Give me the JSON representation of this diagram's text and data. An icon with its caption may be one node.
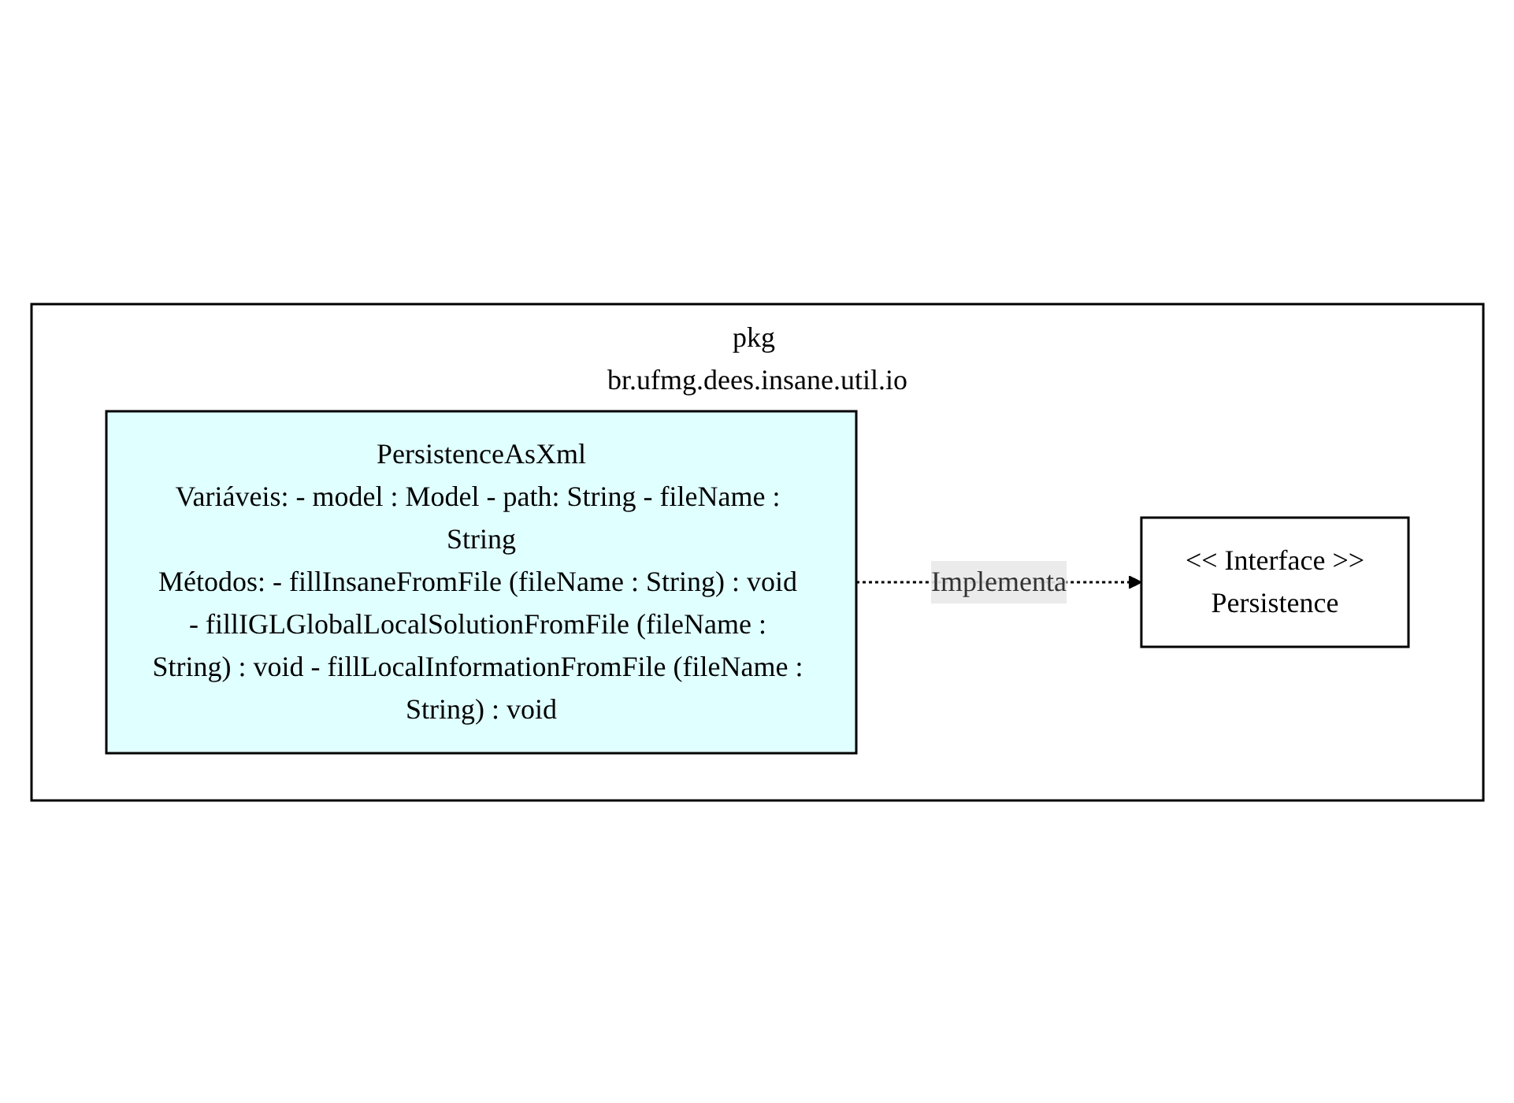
{
  "diagram": {
    "nodes": [
      {
        "text": [
          "pkg br.ufmg.dees.insane.util.io"
        ]
      },
      {
        "text": [
          "<< Interface >>",
          "Persistence"
        ],
        "in": 0
      },
      {
        "text": [
          "PersistenceAsXml",
          "Variáveis: - model : Model - path: String - fileName : String",
          "Métodos: - fillInsaneFromFile (fileName : String) : void - fillIGLGlobalLocalSolutionFromFile (fileName : String) : void - fillLocalInformationFromFile (fileName : String) : void"
        ],
        "in": 0
      }
    ],
    "edges": [
      {
        "from": 2,
        "to": 1,
        "arrow": "to",
        "style": "dashed",
        "label": "Implementa"
      }
    ]
  }
}
